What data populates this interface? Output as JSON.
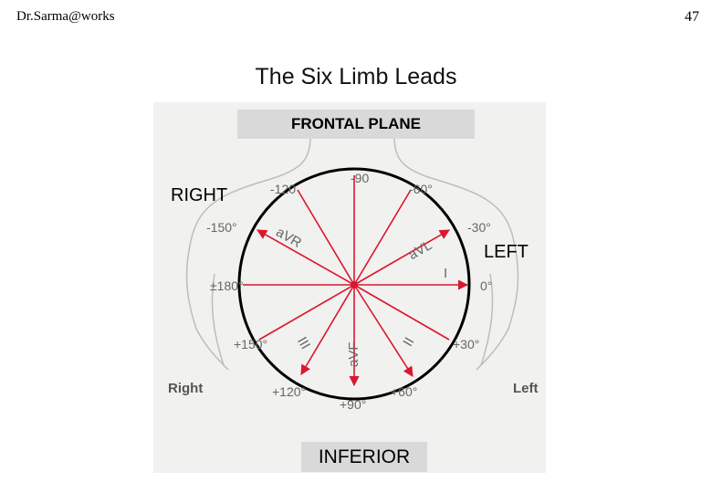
{
  "header": {
    "author": "Dr.Sarma@works",
    "page_number": "47"
  },
  "title": "The Six Limb Leads",
  "banners": {
    "top": "FRONTAL PLANE",
    "bottom": "INFERIOR"
  },
  "sides": {
    "right_big": "RIGHT",
    "left_big": "LEFT",
    "right_small": "Right",
    "left_small": "Left"
  },
  "angle_labels": {
    "minus90": "-90",
    "minus120": "-120",
    "minus60": "-60°",
    "minus150": "-150°",
    "minus30": "-30°",
    "plus180": "±180°",
    "zero": "0°",
    "plus150": "+150°",
    "plus30": "+30°",
    "plus120": "+120°",
    "plus90": "+90°",
    "plus60": "+60°"
  },
  "lead_labels": {
    "avr": "aVR",
    "avl": "aVL",
    "i": "I",
    "ii": "II",
    "iii": "III",
    "avf": "aVF"
  },
  "colors": {
    "axis": "#d8182e",
    "circle": "#000000",
    "figure_bg": "#f1f1ef",
    "banner": "#d9d9d9"
  }
}
